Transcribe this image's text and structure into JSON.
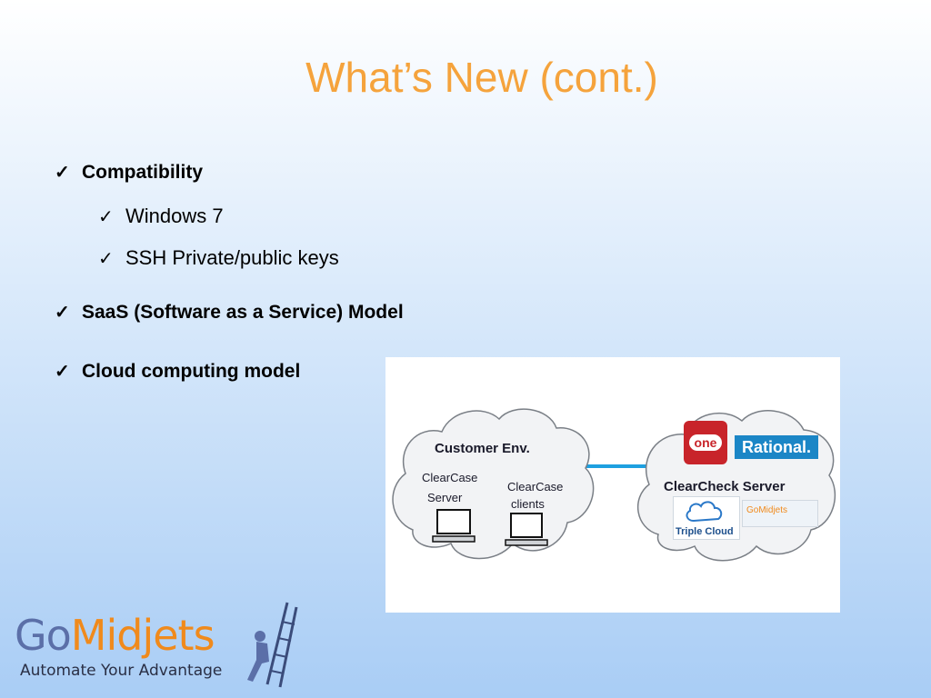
{
  "title": "What’s New (cont.)",
  "bullets": {
    "b1": "Compatibility",
    "b2": "Windows 7",
    "b3": "SSH Private/public keys",
    "b4": "SaaS (Software as a Service) Model",
    "b5": "Cloud computing model",
    "check": "✓"
  },
  "diagram": {
    "left_cloud_title": "Customer Env.",
    "cc_server_1": "ClearCase",
    "cc_server_2": "Server",
    "cc_clients_1": "ClearCase",
    "cc_clients_2": "clients",
    "right_cloud_title": "ClearCheck  Server",
    "logo_one": "one",
    "logo_rational": "Rational.",
    "logo_triple": "Triple Cloud",
    "logo_gomidjets": "GoMidjets",
    "link_color": "#1ea0e0"
  },
  "logo": {
    "go": "Go",
    "midjets": "Midjets",
    "tagline": "Automate Your Advantage"
  }
}
